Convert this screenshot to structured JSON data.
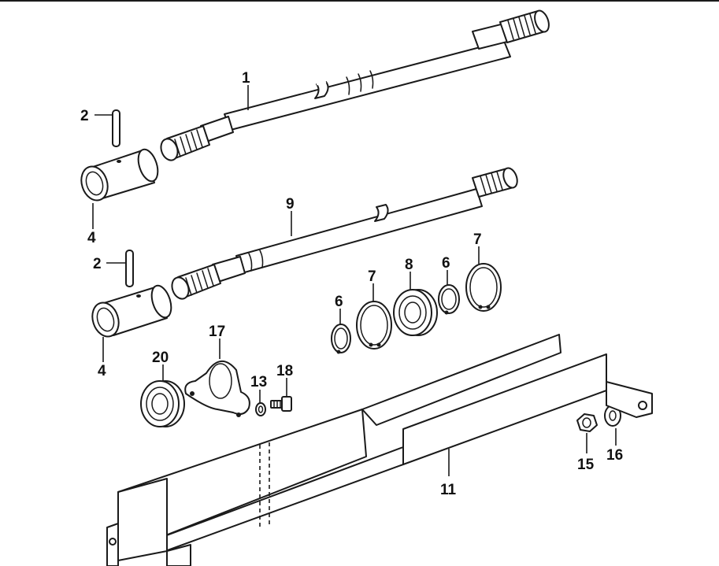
{
  "callouts": {
    "shaft_upper": "1",
    "pin_upper": "2",
    "sleeve_upper": "4",
    "pin_lower": "2",
    "sleeve_lower": "4",
    "shaft_lower": "9",
    "circlip_6_left": "6",
    "retaining_ring_7_left": "7",
    "bearing_8": "8",
    "circlip_6_right": "6",
    "retaining_ring_7_right": "7",
    "bearing_20": "20",
    "flange_housing_17": "17",
    "washer_13": "13",
    "bolt_18": "18",
    "bracket_11": "11",
    "nut_15": "15",
    "washer_16": "16"
  },
  "colors": {
    "line": "#1a1a1a",
    "background": "#ffffff"
  }
}
